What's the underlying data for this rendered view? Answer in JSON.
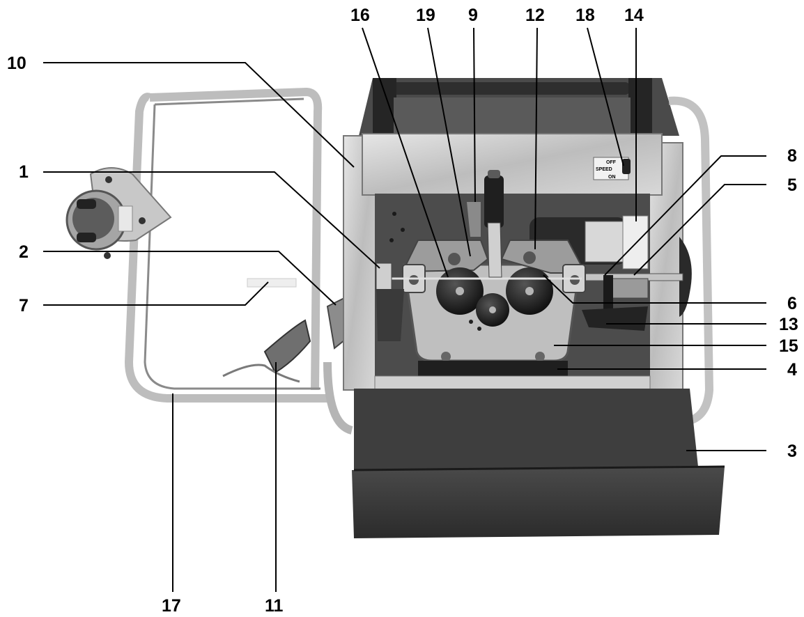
{
  "diagram": {
    "labels": {
      "n1": "1",
      "n2": "2",
      "n3": "3",
      "n4": "4",
      "n5": "5",
      "n6": "6",
      "n7": "7",
      "n8": "8",
      "n9": "9",
      "n10": "10",
      "n11": "11",
      "n12": "12",
      "n13": "13",
      "n14": "14",
      "n15": "15",
      "n16": "16",
      "n17": "17",
      "n18": "18",
      "n19": "19"
    },
    "panel_text": {
      "switch_off": "OFF",
      "switch_mid": "SPEED",
      "switch_on": "ON"
    }
  },
  "colors": {
    "background": "#ffffff",
    "ink": "#000000",
    "metal_light": "#cfcfcf",
    "metal_mid": "#9a9a9a",
    "dark_panel": "#3a3a3a",
    "roller": "#1a1a1a"
  }
}
